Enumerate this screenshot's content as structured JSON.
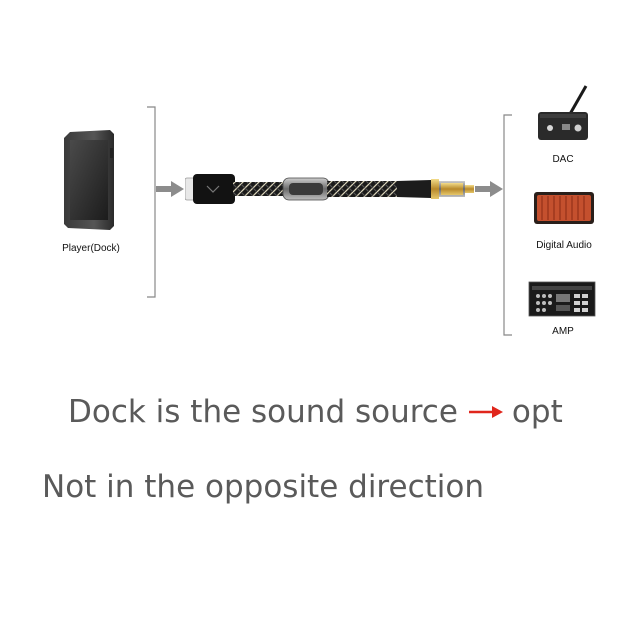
{
  "source": {
    "label": "Player(Dock)"
  },
  "destinations": [
    {
      "label": "DAC",
      "icon": "dac-device-icon"
    },
    {
      "label": "Digital Audio",
      "icon": "speaker-device-icon"
    },
    {
      "label": "AMP",
      "icon": "amplifier-device-icon"
    }
  ],
  "caption": {
    "line1_text": "Dock is the sound source",
    "line1_tail": "opt",
    "line2": "Not in the opposite direction"
  },
  "colors": {
    "arrow_gray": "#8c8c8c",
    "red_arrow": "#e0261c",
    "caption_text": "#5a5a5a"
  }
}
